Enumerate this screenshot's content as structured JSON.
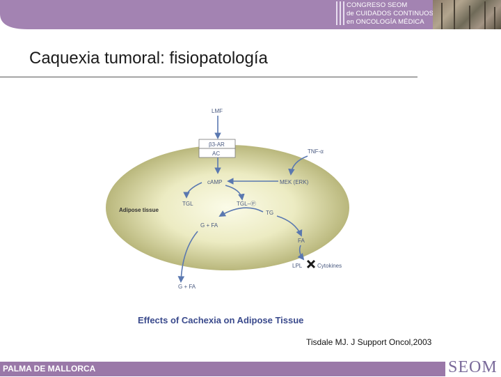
{
  "header": {
    "congress_lines": [
      "CONGRESO SEOM",
      "de CUIDADOS CONTINUOS",
      "en ONCOLOGÍA MÉDICA"
    ],
    "bar_color": "#a383b2"
  },
  "slide": {
    "title": "Caquexia tumoral: fisiopatología",
    "citation": "Tisdale MJ. J Support Oncol,2003"
  },
  "figure": {
    "region_label": "Adipose tissue",
    "nodes": {
      "lmf": "LMF",
      "receptor": "β3-AR",
      "ac": "AC",
      "tnf": "TNF-α",
      "camp": "cAMP",
      "mek": "MEK (ERK)",
      "tgl": "TGL",
      "tglp": "TGL–Ⓟ",
      "tg": "TG",
      "gfa_inner": "G + FA",
      "fa": "FA",
      "lpl": "LPL",
      "cytokines": "Cytokines",
      "gfa_outer": "G + FA"
    },
    "caption": "Effects of Cachexia on Adipose Tissue",
    "ellipse_color": "#c9c78a",
    "arrow_color": "#5a78b0"
  },
  "footer": {
    "city": "PALMA DE MALLORCA",
    "logo": "SEOM",
    "bar_color": "#9a78a8"
  }
}
